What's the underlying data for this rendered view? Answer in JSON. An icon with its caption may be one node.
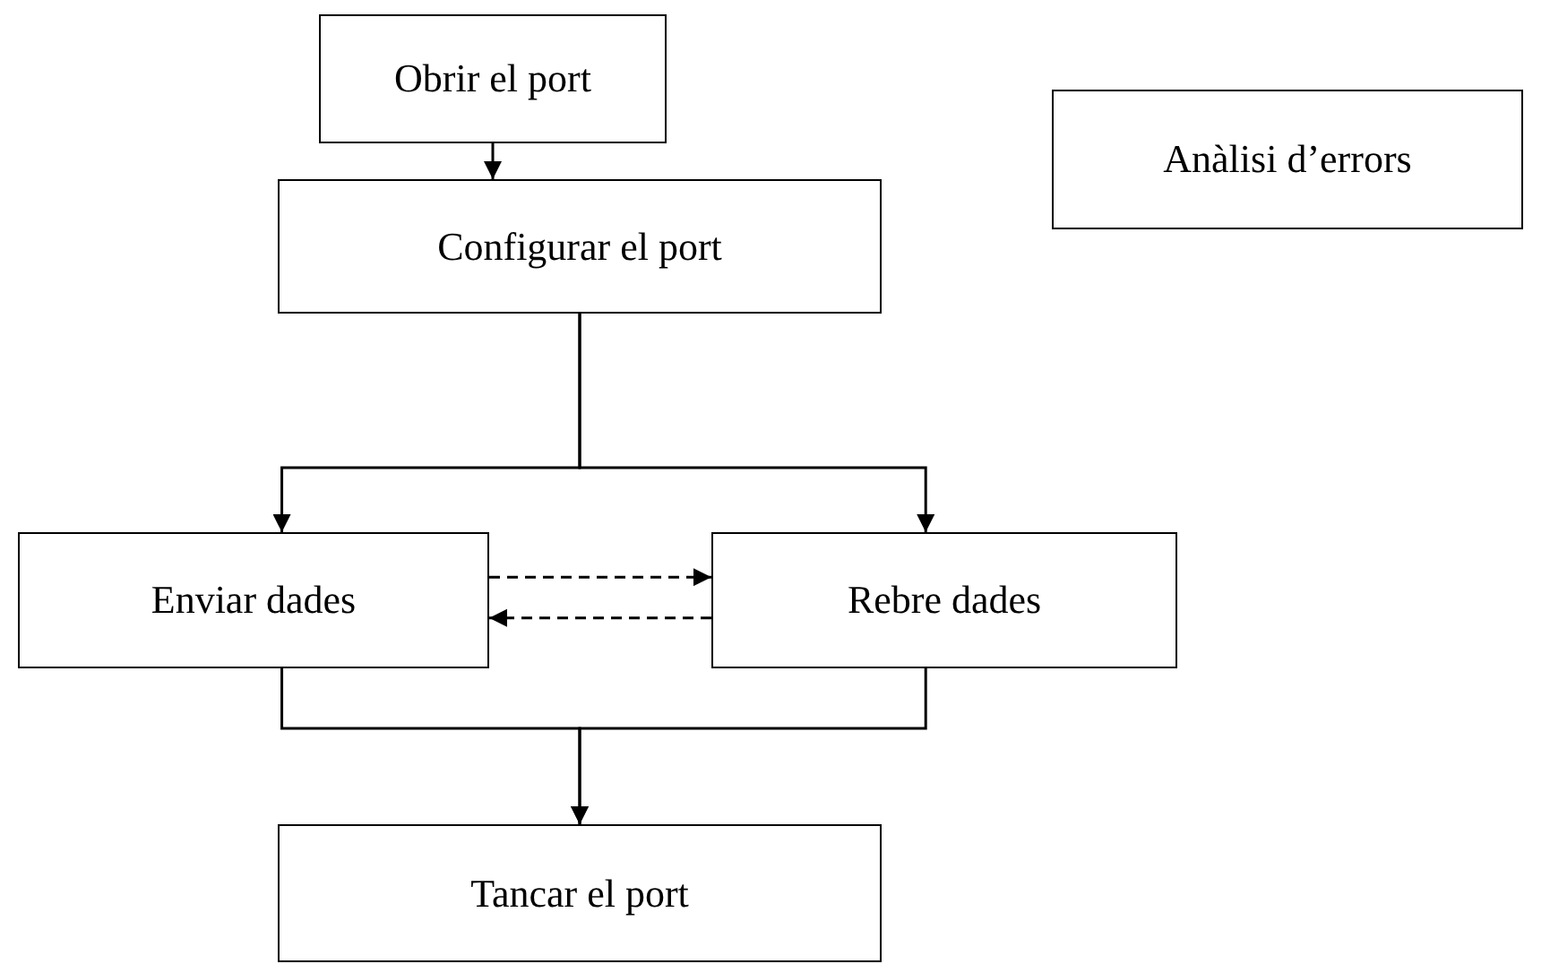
{
  "diagram": {
    "nodes": [
      {
        "text": [
          "Obrir el port"
        ]
      },
      {
        "text": [
          "Anàlisi d’errors"
        ]
      },
      {
        "text": [
          "Configurar el port"
        ]
      },
      {
        "text": [
          "Enviar dades"
        ]
      },
      {
        "text": [
          "Rebre dades"
        ]
      },
      {
        "text": [
          "Tancar el port"
        ]
      }
    ],
    "edges": [
      {
        "from": 0,
        "to": 2,
        "arrow": "to"
      },
      {
        "from": 2,
        "to": 3,
        "arrow": "to"
      },
      {
        "from": 2,
        "to": 4,
        "arrow": "to"
      },
      {
        "from": 3,
        "to": 4,
        "arrow": "to",
        "style": "dashed"
      },
      {
        "from": 4,
        "to": 3,
        "arrow": "to",
        "style": "dashed"
      },
      {
        "from": 3,
        "to": 5,
        "arrow": "to"
      },
      {
        "from": 4,
        "to": 5,
        "arrow": "to"
      }
    ]
  }
}
